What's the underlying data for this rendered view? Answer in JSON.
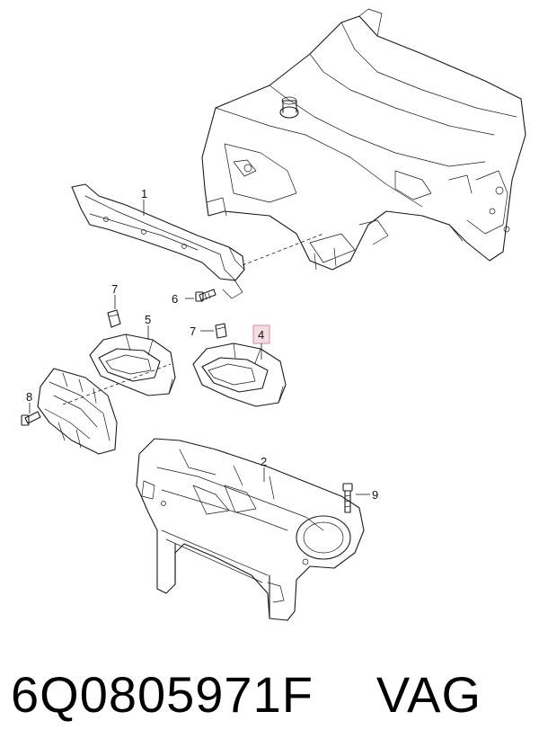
{
  "diagram": {
    "callouts": {
      "c1": "1",
      "c2": "2",
      "c4": "4",
      "c5": "5",
      "c6": "6",
      "c7a": "7",
      "c7b": "7",
      "c8": "8",
      "c9": "9"
    },
    "highlighted_callout": "4",
    "highlight_color": "#f6dde3"
  },
  "caption": {
    "part_number": "6Q0805971F",
    "brand": "VAG"
  }
}
